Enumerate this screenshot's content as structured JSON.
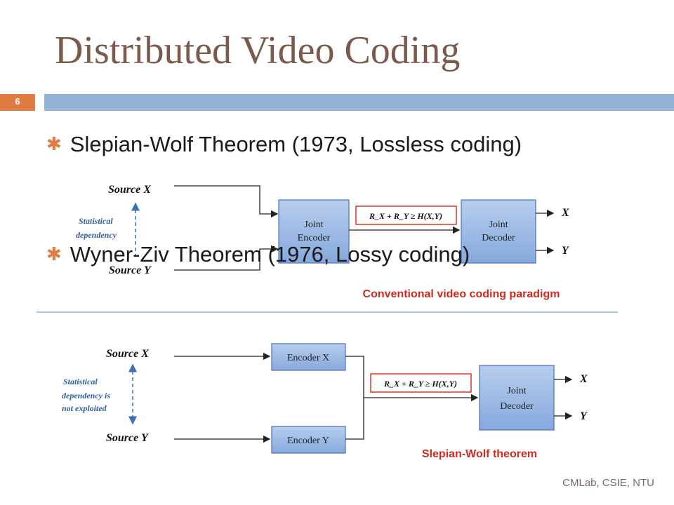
{
  "slide": {
    "title": "Distributed Video Coding",
    "page_number": "6",
    "footer": "CMLab, CSIE, NTU",
    "bullets": [
      "Slepian-Wolf Theorem (1973, Lossless coding)",
      "Wyner-Ziv Theorem (1976, Lossy coding)"
    ]
  },
  "top_diagram": {
    "source_x": "Source X",
    "source_y": "Source Y",
    "dependency_line1": "Statistical",
    "dependency_line2": "dependency",
    "encoder_line1": "Joint",
    "encoder_line2": "Encoder",
    "rate_condition": "R_X + R_Y ≥ H(X,Y)",
    "decoder_line1": "Joint",
    "decoder_line2": "Decoder",
    "output_x": "X",
    "output_y": "Y",
    "caption": "Conventional video coding paradigm"
  },
  "bottom_diagram": {
    "source_x": "Source X",
    "source_y": "Source Y",
    "dependency_line1": "Statistical",
    "dependency_line2": "dependency is",
    "dependency_line3": "not exploited",
    "encoder_x": "Encoder X",
    "encoder_y": "Encoder Y",
    "rate_condition": "R_X + R_Y ≥ H(X,Y)",
    "decoder_line1": "Joint",
    "decoder_line2": "Decoder",
    "output_x": "X",
    "output_y": "Y",
    "caption": "Slepian-Wolf theorem"
  },
  "colors": {
    "title": "#7a5a4c",
    "accent_orange": "#e07b43",
    "strip_blue": "#95b3d7",
    "box_fill": "#8eb0e0",
    "box_border": "#4a72b0",
    "caption_red": "#d02b1f",
    "formula_border": "#d02b1f"
  }
}
